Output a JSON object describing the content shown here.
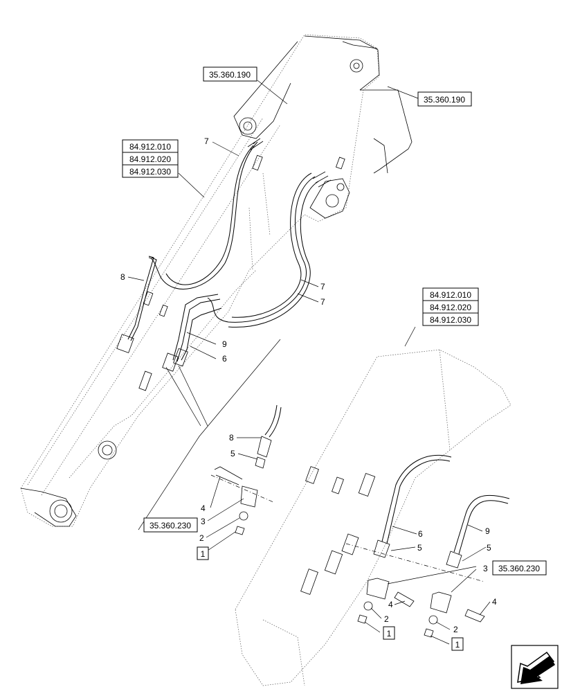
{
  "references": {
    "boom_top_left": "35.360.190",
    "boom_top_right": "35.360.190",
    "group_left": [
      "84.912.010",
      "84.912.020",
      "84.912.030"
    ],
    "group_right": [
      "84.912.010",
      "84.912.020",
      "84.912.030"
    ],
    "block_left": "35.360.230",
    "block_right": "35.360.230"
  },
  "callouts": {
    "hose_7_upper": "7",
    "hose_7_mid_a": "7",
    "hose_7_mid_b": "7",
    "pipe_8_boom": "8",
    "pipe_9_boom": "9",
    "pipe_6_boom": "6",
    "pipe_8_detail": "8",
    "fitting_5_detail": "5",
    "bolt_4_left": "4",
    "block_3_left": "3",
    "washer_2_left": "2",
    "item_1_left": "1",
    "pipe_6_right": "6",
    "pipe_9_right": "9",
    "fitting_5_right_a": "5",
    "fitting_5_right_b": "5",
    "block_3_right": "3",
    "bolt_4_right_a": "4",
    "bolt_4_right_b": "4",
    "washer_2_right_a": "2",
    "washer_2_right_b": "2",
    "item_1_right_a": "1",
    "item_1_right_b": "1"
  },
  "icons": {
    "nav": "arrow-left-icon"
  }
}
